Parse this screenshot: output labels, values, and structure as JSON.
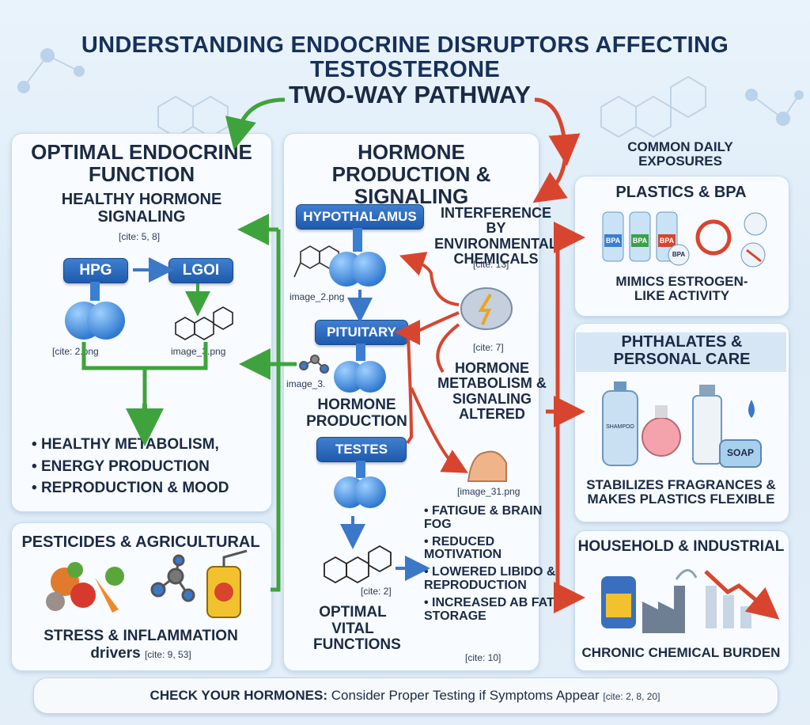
{
  "title": "UNDERSTANDING ENDOCRINE DISRUPTORS AFFECTING TESTOSTERONE",
  "pathway_label": "TWO-WAY PATHWAY",
  "left": {
    "heading": "OPTIMAL ENDOCRINE FUNCTION",
    "subheading": "HEALTHY HORMONE SIGNALING",
    "cite": "[cite: 5, 8]",
    "hpg": "HPG",
    "lgoi": "LGOI",
    "gland_cite": "[cite: 2.png",
    "molecule_label": "image_3.png",
    "bullets": [
      "HEALTHY METABOLISM,",
      "ENERGY PRODUCTION",
      "REPRODUCTION & MOOD"
    ]
  },
  "pesticides": {
    "heading": "PESTICIDES & AGRICULTURAL",
    "line1": "STRESS & INFLAMMATION",
    "line2": "drivers",
    "cite": "[cite: 9, 53]"
  },
  "center": {
    "heading": "HORMONE PRODUCTION & SIGNALING",
    "hypothalamus": "HYPOTHALAMUS",
    "hypo_image": "image_2.png",
    "pituitary": "PITUITARY",
    "pit_image": "image_3.",
    "hormone_production": "HORMONE PRODUCTION",
    "testes": "TESTES",
    "molecule_cite": "[cite: 2]",
    "vital": "OPTIMAL VITAL FUNCTIONS"
  },
  "interference": {
    "text": "INTERFERENCE BY ENVIRONMENTAL CHEMICALS",
    "cite": "[cite: 13]",
    "brain_cite": "[cite: 7]",
    "altered": "HORMONE METABOLISM & SIGNALING ALTERED",
    "muscle_label": "[image_31.png"
  },
  "symptoms": {
    "items": [
      "FATIGUE & BRAIN FOG",
      "REDUCED MOTIVATION",
      "LOWERED LIBIDO & REPRODUCTION",
      "INCREASED AB FAT STORAGE"
    ],
    "cite": "[cite: 10]"
  },
  "right": {
    "exposures": "COMMON DAILY EXPOSURES",
    "plastics_heading": "PLASTICS & BPA",
    "bpa": "BPA",
    "plastics_desc": "MIMICS ESTROGEN-LIKE ACTIVITY",
    "phthalates_heading": "PHTHALATES & PERSONAL CARE",
    "shampoo": "SHAMPOO",
    "soap": "SOAP",
    "phthalates_desc": "STABILIZES FRAGRANCES & MAKES PLASTICS FLEXIBLE",
    "household_heading": "HOUSEHOLD & INDUSTRIAL",
    "household_desc": "CHRONIC CHEMICAL BURDEN"
  },
  "footer": {
    "bold": "CHECK YOUR HORMONES:",
    "text": " Consider Proper Testing if Symptoms Appear ",
    "cite": "[cite: 2, 8, 20]"
  },
  "colors": {
    "green": "#3fa33d",
    "red": "#d8452e",
    "blue": "#2563b8",
    "navy": "#1b2a44"
  }
}
